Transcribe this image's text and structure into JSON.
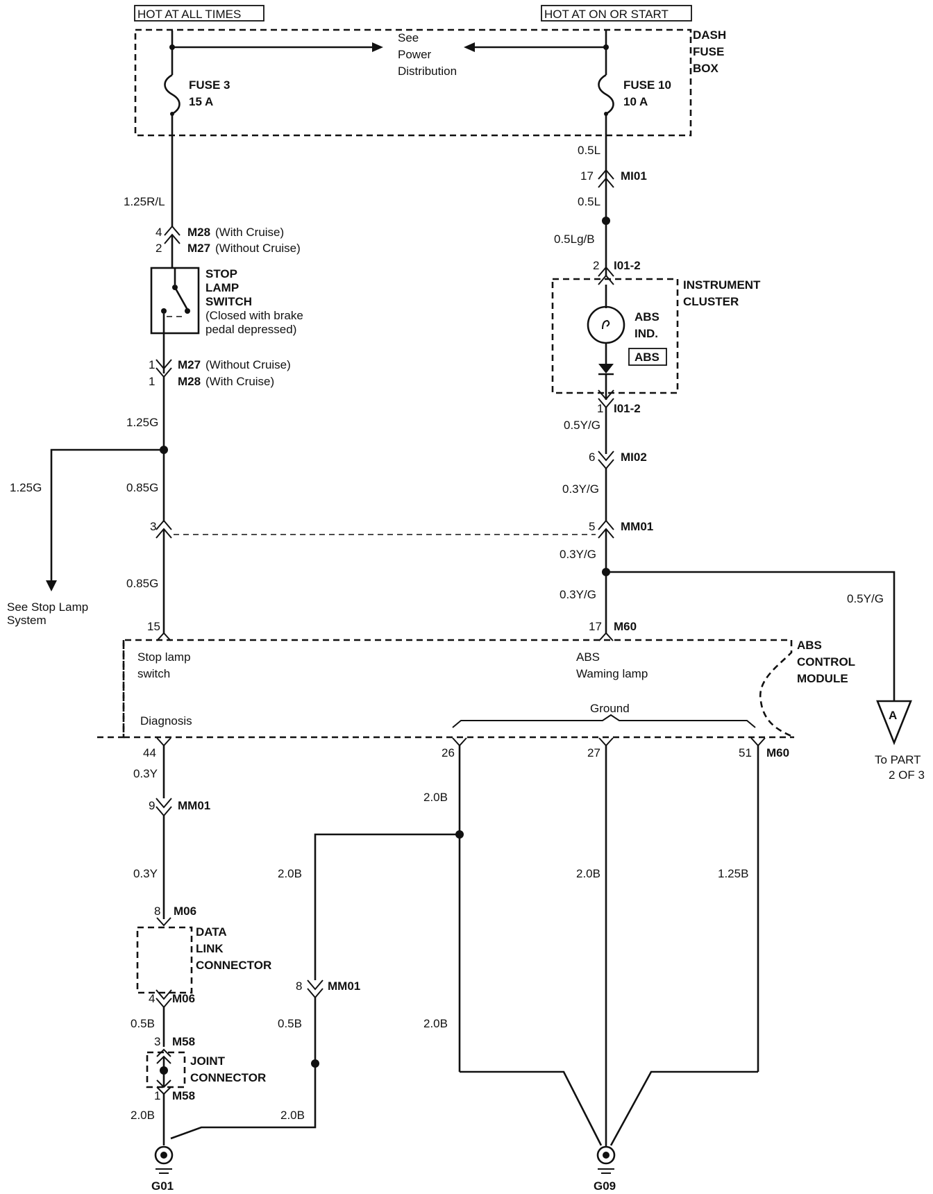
{
  "header": {
    "hot_at_all_times": "HOT AT ALL TIMES",
    "hot_at_on_or_start": "HOT AT ON OR START"
  },
  "fuse_box": {
    "see_line1": "See",
    "see_line2": "Power",
    "see_line3": "Distribution",
    "title_line1": "DASH",
    "title_line2": "FUSE",
    "title_line3": "BOX",
    "fuse3_name": "FUSE 3",
    "fuse3_rating": "15 A",
    "fuse10_name": "FUSE 10",
    "fuse10_rating": "10 A"
  },
  "left_circuit": {
    "wire_125rl": "1.25R/L",
    "m28_top_pin": "4",
    "m28_top_name": "M28",
    "m28_top_note": "(With Cruise)",
    "m27_top_pin": "2",
    "m27_top_name": "M27",
    "m27_top_note": "(Without Cruise)",
    "switch_line1": "STOP",
    "switch_line2": "LAMP",
    "switch_line3": "SWITCH",
    "switch_note1": "(Closed with brake",
    "switch_note2": "pedal depressed)",
    "m27_bot_pin": "1",
    "m27_bot_name": "M27",
    "m27_bot_note": "(Without Cruise)",
    "m28_bot_pin": "1",
    "m28_bot_name": "M28",
    "m28_bot_note": "(With Cruise)",
    "wire_125g_a": "1.25G",
    "wire_125g_b": "1.25G",
    "wire_085g_a": "0.85G",
    "mm01_pin": "3",
    "wire_085g_b": "0.85G",
    "see_stop_line1": "See Stop Lamp",
    "see_stop_line2": "System",
    "pin_15": "15"
  },
  "right_circuit": {
    "wire_05l_a": "0.5L",
    "mi01_pin": "17",
    "mi01_name": "MI01",
    "wire_05l_b": "0.5L",
    "wire_05lgb": "0.5Lg/B",
    "i012_top_pin": "2",
    "i012_top_name": "I01-2",
    "cluster_line1": "INSTRUMENT",
    "cluster_line2": "CLUSTER",
    "abs_ind_line1": "ABS",
    "abs_ind_line2": "IND.",
    "abs_badge": "ABS",
    "i012_bot_pin": "1",
    "i012_bot_name": "I01-2",
    "wire_05yg_a": "0.5Y/G",
    "mi02_pin": "6",
    "mi02_name": "MI02",
    "wire_03yg_a": "0.3Y/G",
    "mm01_pin": "5",
    "mm01_name": "MM01",
    "wire_03yg_b": "0.3Y/G",
    "wire_03yg_c": "0.3Y/G",
    "wire_05yg_b": "0.5Y/G",
    "m60_pin": "17",
    "m60_name": "M60",
    "part_letter": "A",
    "to_part_line1": "To PART",
    "to_part_line2": "2 OF 3"
  },
  "abs_module": {
    "title_line1": "ABS",
    "title_line2": "CONTROL",
    "title_line3": "MODULE",
    "stop_lamp_line1": "Stop lamp",
    "stop_lamp_line2": "switch",
    "warning_line1": "ABS",
    "warning_line2": "Waming lamp",
    "diagnosis": "Diagnosis",
    "ground": "Ground",
    "pin_44": "44",
    "pin_26": "26",
    "pin_27": "27",
    "pin_51": "51",
    "m60_name": "M60"
  },
  "lower_left": {
    "wire_03y_a": "0.3Y",
    "mm01_pin": "9",
    "mm01_name": "MM01",
    "wire_03y_b": "0.3Y",
    "m06_top_pin": "8",
    "m06_top_name": "M06",
    "dlc_line1": "DATA",
    "dlc_line2": "LINK",
    "dlc_line3": "CONNECTOR",
    "m06_bot_pin": "4",
    "m06_bot_name": "M06",
    "wire_05b": "0.5B",
    "m58_top_pin": "3",
    "m58_top_name": "M58",
    "joint_line1": "JOINT",
    "joint_line2": "CONNECTOR",
    "m58_bot_pin": "1",
    "m58_bot_name": "M58",
    "wire_20b": "2.0B",
    "ground_name": "G01"
  },
  "lower_mid": {
    "wire_20b_a": "2.0B",
    "mm01_pin": "8",
    "mm01_name": "MM01",
    "wire_05b": "0.5B",
    "wire_20b_b": "2.0B"
  },
  "lower_right": {
    "wire_20b_26a": "2.0B",
    "wire_20b_26b": "2.0B",
    "wire_20b_27": "2.0B",
    "wire_125b_51": "1.25B",
    "ground_name": "G09"
  }
}
